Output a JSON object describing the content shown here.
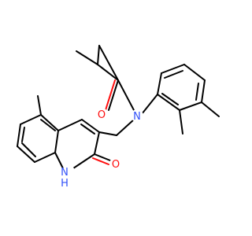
{
  "atoms": {
    "oxygen_amide": "O",
    "nitrogen_amide": "N",
    "oxygen_lactam": "O",
    "nitrogen_ring": "N",
    "hydrogen_ring": "H"
  },
  "colors": {
    "bond": "#000000",
    "oxygen": "#ff0d0d",
    "nitrogen": "#3050f8",
    "background": "#ffffff"
  }
}
